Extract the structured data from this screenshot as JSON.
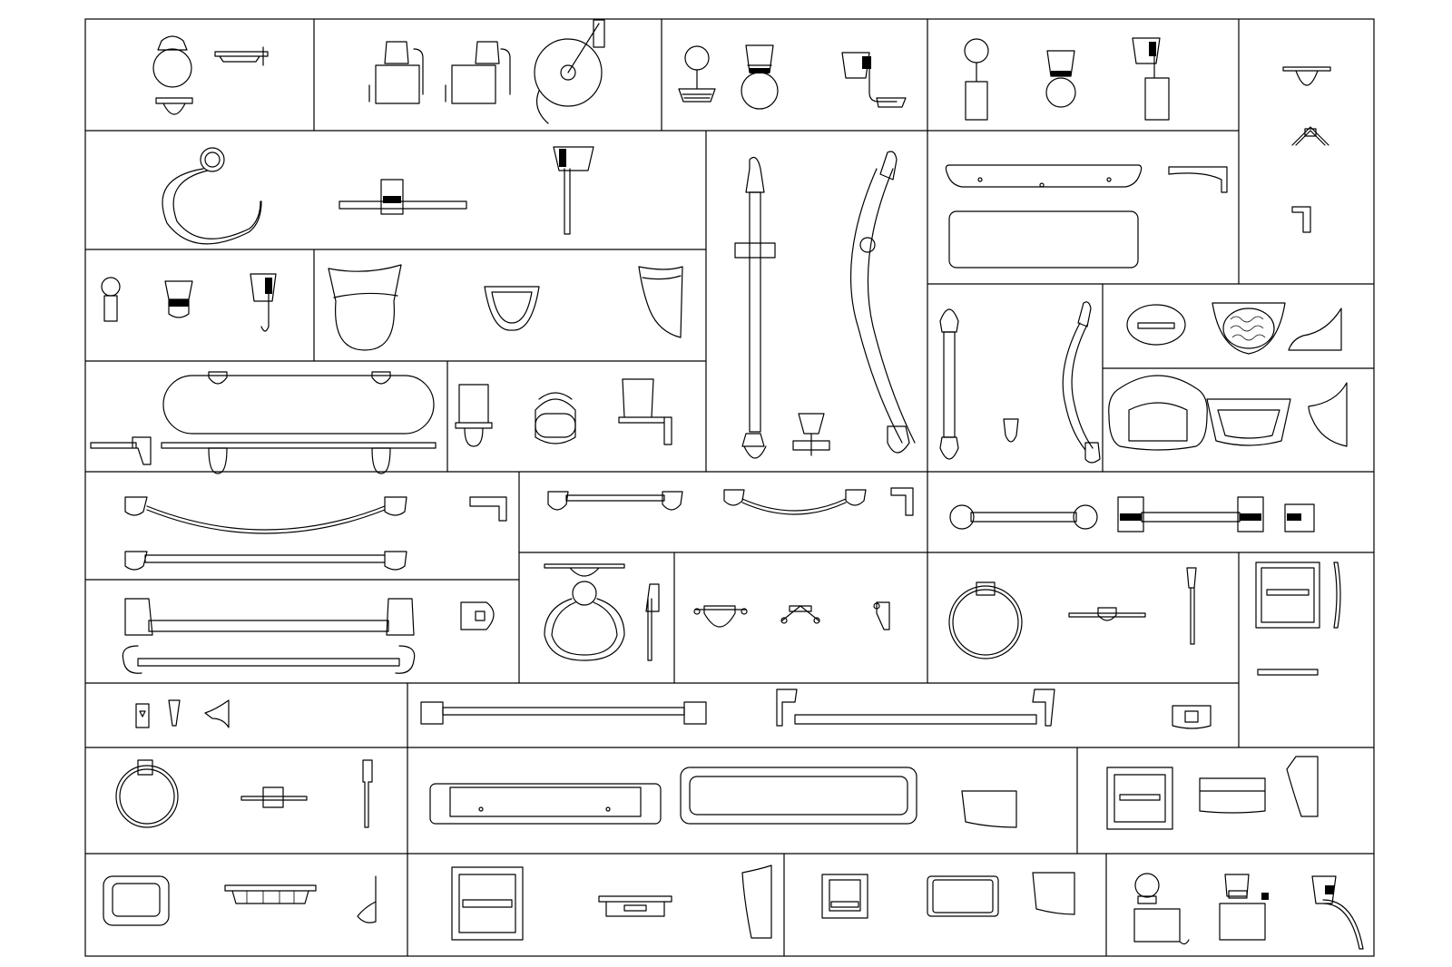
{
  "drawing": {
    "line_color": "#000000",
    "background": "#ffffff",
    "panels": [
      {
        "id": "p01",
        "items": [
          "round-robe-hook",
          "soap-dish-side",
          "small-hook"
        ]
      },
      {
        "id": "p02",
        "items": [
          "paper-holder-covered",
          "paper-holder-covered",
          "paper-roll-holder"
        ]
      },
      {
        "id": "p03",
        "items": [
          "soap-dish-holder",
          "tumbler-holder",
          "soap-dish-side"
        ]
      },
      {
        "id": "p04",
        "items": [
          "tumbler-holder-ring",
          "wall-cup",
          "tumbler-side"
        ]
      },
      {
        "id": "p05",
        "items": [
          "robe-hook-top",
          "double-hook",
          "hook-side"
        ]
      },
      {
        "id": "p06",
        "items": [
          "towel-ring-open",
          "short-towel-bar",
          "towel-bar-side"
        ]
      },
      {
        "id": "p07",
        "items": [
          "shower-slide-bar",
          "curved-grab-bar",
          "hand-shower-holder"
        ]
      },
      {
        "id": "p08",
        "items": [
          "glass-shelf-top",
          "shelf-side",
          "glass-shelf-front"
        ]
      },
      {
        "id": "p09",
        "items": [
          "wall-knob",
          "cup-holder",
          "hook-with-bar"
        ]
      },
      {
        "id": "p10",
        "items": [
          "large-basket",
          "small-basket",
          "basket-side"
        ]
      },
      {
        "id": "p11",
        "items": [
          "oval-glass-shelf",
          "shelf-front",
          "shelf-side"
        ]
      },
      {
        "id": "p12",
        "items": [
          "tumbler",
          "ring-holder",
          "tumbler-side"
        ]
      },
      {
        "id": "p13",
        "items": [
          "grab-bar",
          "curved-grab-bar",
          "hand-shower-holder"
        ]
      },
      {
        "id": "p14",
        "items": [
          "soap-dish-oval",
          "soap-dish-grid",
          "soap-dish-side"
        ]
      },
      {
        "id": "p15",
        "items": [
          "soap-basket-round",
          "soap-basket-square",
          "basket-side"
        ]
      },
      {
        "id": "p16",
        "items": [
          "curved-towel-bar",
          "towel-bar",
          "bracket-side"
        ]
      },
      {
        "id": "p17",
        "items": [
          "towel-bar-short",
          "curved-towel-bar-short",
          "bracket-side"
        ]
      },
      {
        "id": "p18",
        "items": [
          "towel-bar-round",
          "towel-bar-square",
          "end-cap"
        ]
      },
      {
        "id": "p19",
        "items": [
          "towel-bar-large",
          "towel-bar-large",
          "wall-plate"
        ]
      },
      {
        "id": "p20",
        "items": [
          "towel-ring-round",
          "ring-side"
        ]
      },
      {
        "id": "p21",
        "items": [
          "twin-hook",
          "double-hook",
          "hook-side"
        ]
      },
      {
        "id": "p22",
        "items": [
          "towel-ring",
          "short-bar",
          "bar-side"
        ]
      },
      {
        "id": "p23",
        "items": [
          "recessed-holder",
          "holder-side",
          "holder-bottom"
        ]
      },
      {
        "id": "p24",
        "items": [
          "small-plate",
          "small-hook",
          "hook-side"
        ]
      },
      {
        "id": "p25",
        "items": [
          "towel-bar-square-end",
          "towel-bar-flat",
          "end-plate"
        ]
      },
      {
        "id": "p26",
        "items": [
          "towel-ring-plate",
          "bar-holder",
          "bar-side"
        ]
      },
      {
        "id": "p27",
        "items": [
          "shelf-front",
          "shelf-tray",
          "shelf-side"
        ]
      },
      {
        "id": "p28",
        "items": [
          "recessed-paper-holder",
          "tray",
          "tray-side"
        ]
      },
      {
        "id": "p29",
        "items": [
          "soap-tray",
          "grid-tray",
          "tray-side"
        ]
      },
      {
        "id": "p30",
        "items": [
          "recessed-paper-holder",
          "soap-holder",
          "holder-side"
        ]
      },
      {
        "id": "p31",
        "items": [
          "recessed-paper-holder",
          "tray",
          "tray-side"
        ]
      },
      {
        "id": "p32",
        "items": [
          "paper-holder-ring",
          "paper-holder-box",
          "holder-side"
        ]
      }
    ]
  }
}
